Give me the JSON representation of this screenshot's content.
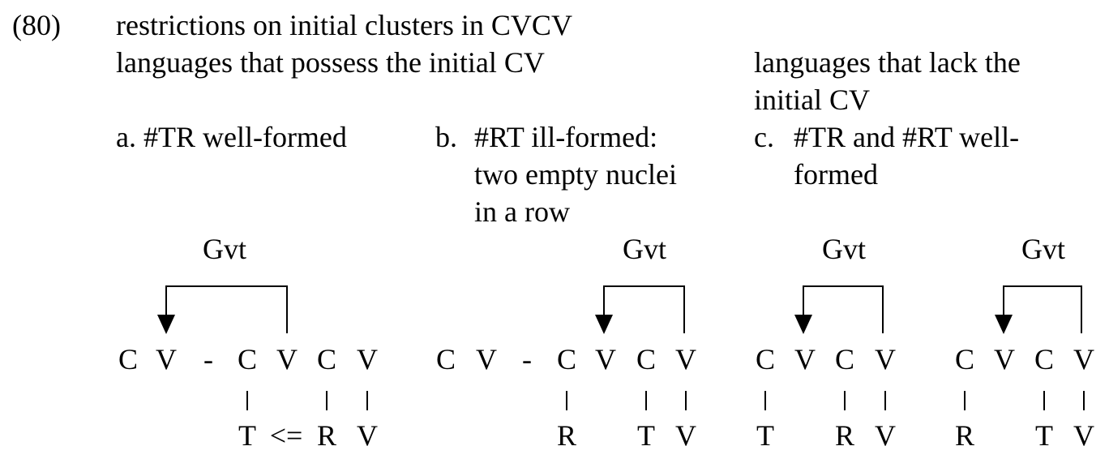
{
  "example": {
    "number": "(80)",
    "title": "restrictions on initial clusters in CVCV",
    "group_left": "languages that possess the initial CV",
    "group_right_line1": "languages that lack the",
    "group_right_line2": "initial CV"
  },
  "cases": {
    "a": {
      "label": "a. #TR well-formed"
    },
    "b": {
      "letter": "b.",
      "line1": "#RT ill-formed:",
      "line2": "two empty nuclei",
      "line3": "in a row"
    },
    "c": {
      "letter": "c.",
      "line1": "#TR and #RT well-",
      "line2": "formed"
    }
  },
  "gvt": "Gvt",
  "diagrams": {
    "a": {
      "skeleton": [
        "C",
        "V",
        "-",
        "C",
        "V",
        "C",
        "V"
      ],
      "melody": [
        "T",
        "<=",
        "R",
        "V"
      ]
    },
    "b": {
      "skeleton": [
        "C",
        "V",
        "-",
        "C",
        "V",
        "C",
        "V"
      ],
      "melody": [
        "R",
        "T",
        "V"
      ]
    },
    "c1": {
      "skeleton": [
        "C",
        "V",
        "C",
        "V"
      ],
      "melody": [
        "T",
        "R",
        "V"
      ]
    },
    "c2": {
      "skeleton": [
        "C",
        "V",
        "C",
        "V"
      ],
      "melody": [
        "R",
        "T",
        "V"
      ]
    }
  }
}
